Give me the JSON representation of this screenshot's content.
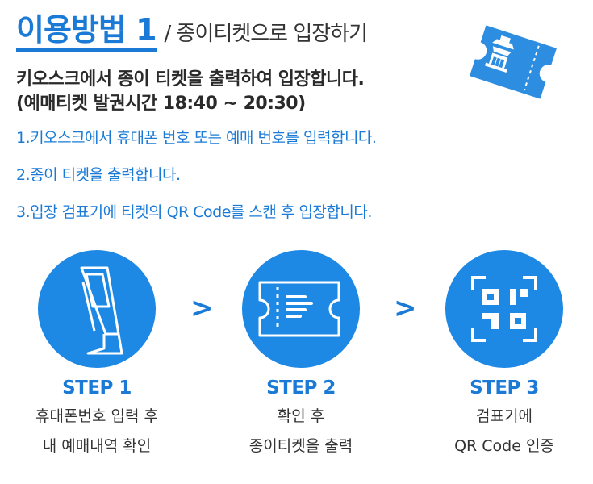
{
  "header": {
    "title": "이용방법 1",
    "subtitle": "/ 종이티켓으로 입장하기"
  },
  "description": {
    "line1": "키오스크에서  종이 티켓을 출력하여 입장합니다.",
    "line2": "(예매티켓 발권시간 18:40 ~ 20:30)"
  },
  "instructions": [
    "1.키오스크에서  휴대폰 번호 또는 예매 번호를 입력합니다.",
    "2.종이 티켓을 출력합니다.",
    "3.입장 검표기에  티켓의 QR Code를 스캔 후  입장합니다."
  ],
  "arrows": [
    ">",
    ">"
  ],
  "steps": [
    {
      "label": "STEP 1",
      "line1": "휴대폰번호 입력 후",
      "line2": "내 예매내역 확인",
      "icon": "kiosk-icon"
    },
    {
      "label": "STEP 2",
      "line1": "확인 후",
      "line2": "종이티켓을 출력",
      "icon": "ticket-icon"
    },
    {
      "label": "STEP 3",
      "line1": "검표기에",
      "line2": "QR Code 인증",
      "icon": "qr-code-icon"
    }
  ],
  "colors": {
    "accent": "#1a7ad6",
    "circle": "#1e88e5",
    "badge": "#2d8de0"
  }
}
